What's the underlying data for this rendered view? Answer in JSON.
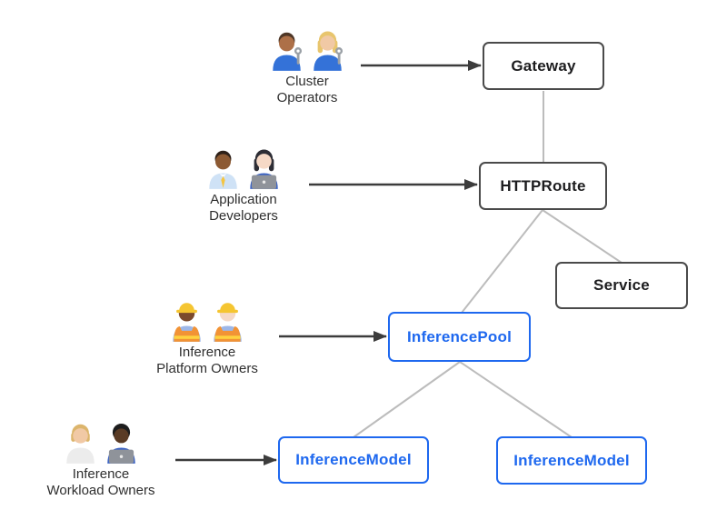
{
  "theme": {
    "accent-blue": "#1e68ef",
    "node-border": "#4a4a4a",
    "node-text": "#1d1d1f",
    "connector-gray": "#bcbcbc",
    "arrow-dark": "#3c3c3c",
    "persona-text": "#2e2e2e",
    "background": "#ffffff"
  },
  "nodes": [
    {
      "id": "gateway",
      "label": "Gateway",
      "variant": "dark"
    },
    {
      "id": "httproute",
      "label": "HTTPRoute",
      "variant": "dark"
    },
    {
      "id": "service",
      "label": "Service",
      "variant": "dark"
    },
    {
      "id": "inferencepool",
      "label": "InferencePool",
      "variant": "blue"
    },
    {
      "id": "inferencemodel-left",
      "label": "InferenceModel",
      "variant": "blue"
    },
    {
      "id": "inferencemodel-right",
      "label": "InferenceModel",
      "variant": "blue"
    }
  ],
  "edges": [
    {
      "from": "Gateway",
      "to": "HTTPRoute"
    },
    {
      "from": "HTTPRoute",
      "to": "InferencePool"
    },
    {
      "from": "HTTPRoute",
      "to": "Service"
    },
    {
      "from": "InferencePool",
      "to": "InferenceModel (left)"
    },
    {
      "from": "InferencePool",
      "to": "InferenceModel (right)"
    }
  ],
  "personas": [
    {
      "id": "cluster-operators",
      "lines": [
        "Cluster",
        "Operators"
      ],
      "points_to": "Gateway",
      "figures": [
        {
          "name": "man-mechanic-icon",
          "hairstyle": "short",
          "accessory": "wrench",
          "skin": "#ad7048",
          "hair": "#4e3626",
          "outfit": "#3472d8"
        },
        {
          "name": "woman-mechanic-icon",
          "hairstyle": "long",
          "accessory": "wrench",
          "skin": "#f1c9a5",
          "hair": "#e8c56d",
          "outfit": "#3472d8"
        }
      ]
    },
    {
      "id": "application-developers",
      "lines": [
        "Application",
        "Developers"
      ],
      "points_to": "HTTPRoute",
      "figures": [
        {
          "name": "man-office-worker-icon",
          "hairstyle": "short",
          "accessory": "tie",
          "skin": "#8d5a33",
          "hair": "#2e2119",
          "outfit": "#cfe2f6"
        },
        {
          "name": "woman-technologist-icon",
          "hairstyle": "long",
          "accessory": "laptop",
          "skin": "#f6d9c6",
          "hair": "#2d2d35",
          "outfit": "#3a62c4"
        }
      ]
    },
    {
      "id": "inference-platform-owners",
      "lines": [
        "Inference",
        "Platform Owners"
      ],
      "points_to": "InferencePool",
      "figures": [
        {
          "name": "woman-construction-worker-icon",
          "hairstyle": "hat",
          "accessory": "vest",
          "skin": "#7b4a2d",
          "hair": "#2e2119",
          "outfit": "#9db7e8"
        },
        {
          "name": "man-construction-worker-icon",
          "hairstyle": "hat",
          "accessory": "vest",
          "skin": "#f6d9c6",
          "hair": "#6b4a2d",
          "outfit": "#9db7e8"
        }
      ]
    },
    {
      "id": "inference-workload-owners",
      "lines": [
        "Inference",
        "Workload Owners"
      ],
      "points_to": "InferenceModel",
      "figures": [
        {
          "name": "health-worker-icon",
          "hairstyle": "mid",
          "accessory": "none",
          "skin": "#f1c9a5",
          "hair": "#dcb56c",
          "outfit": "#ececec"
        },
        {
          "name": "man-technologist-icon",
          "hairstyle": "afro",
          "accessory": "laptop",
          "skin": "#5a3b25",
          "hair": "#1d1d1d",
          "outfit": "#3a62c4"
        }
      ]
    }
  ]
}
